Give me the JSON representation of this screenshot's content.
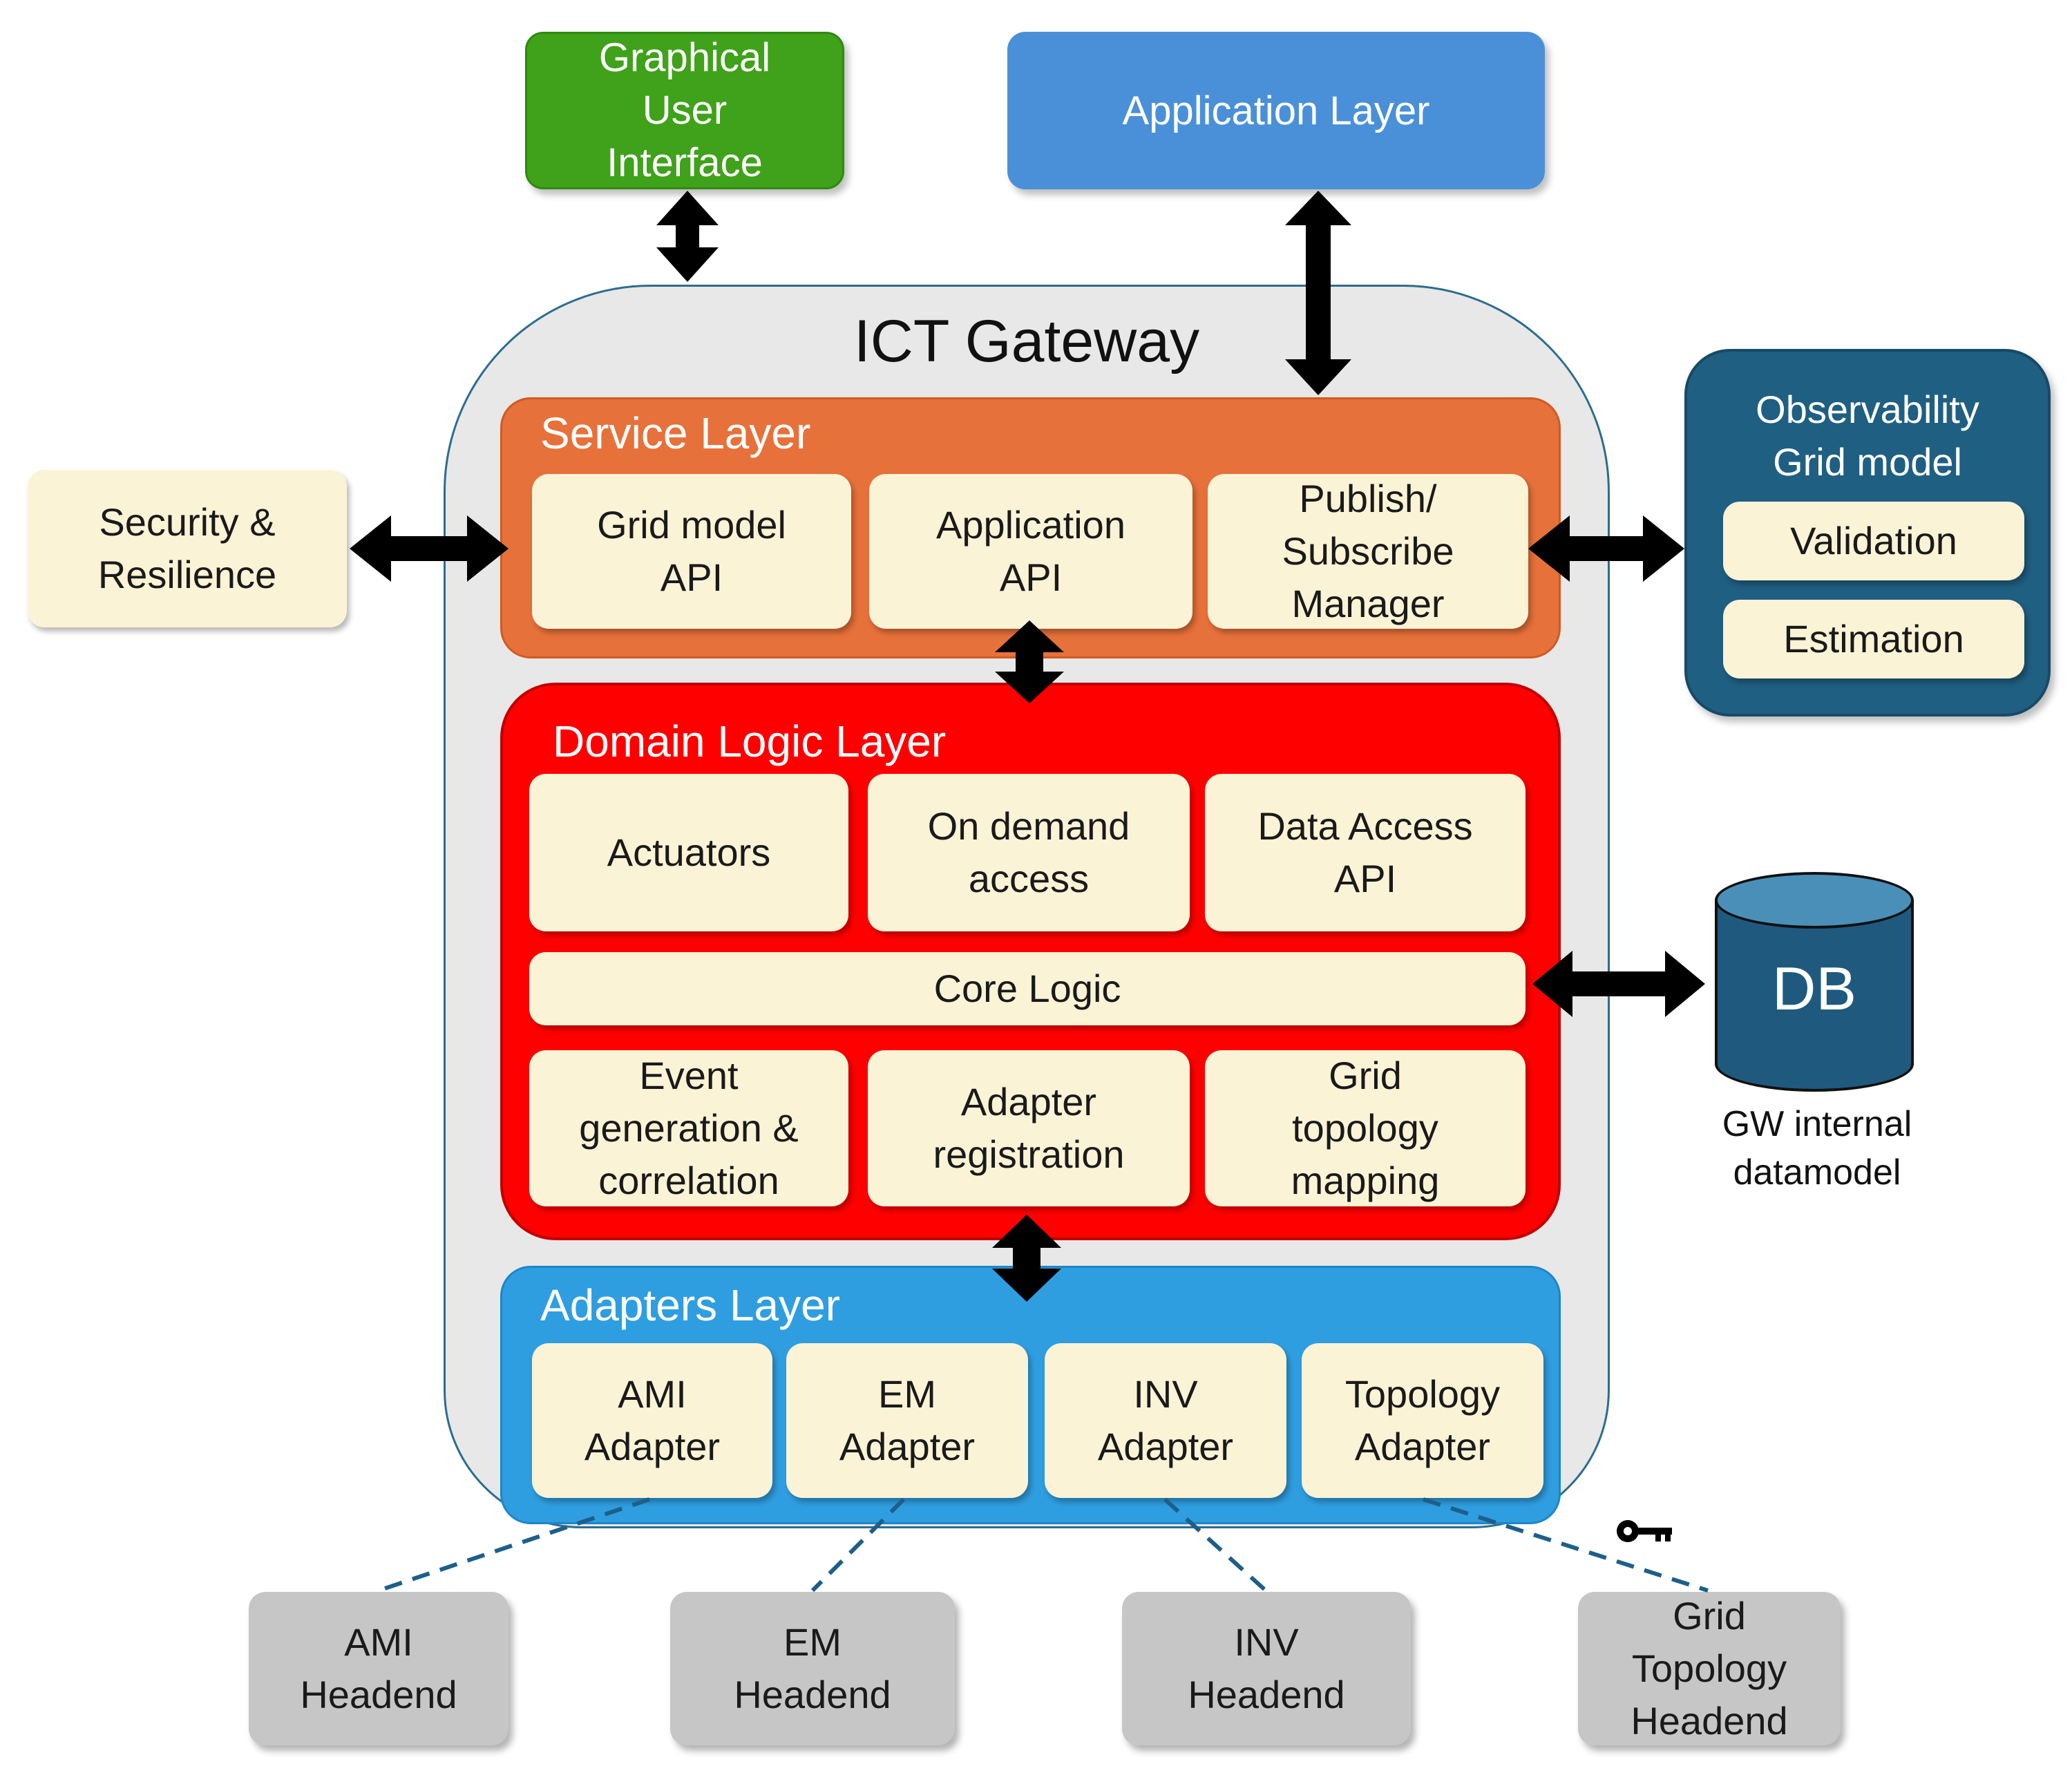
{
  "top": {
    "gui": "Graphical\nUser\nInterface",
    "application_layer": "Application Layer"
  },
  "gateway": {
    "title": "ICT Gateway",
    "service_layer": {
      "title": "Service Layer",
      "items": [
        "Grid model\nAPI",
        "Application\nAPI",
        "Publish/\nSubscribe\nManager"
      ]
    },
    "domain_logic_layer": {
      "title": "Domain Logic Layer",
      "top_items": [
        "Actuators",
        "On demand\naccess",
        "Data Access\nAPI"
      ],
      "core": "Core Logic",
      "bottom_items": [
        "Event\ngeneration &\ncorrelation",
        "Adapter\nregistration",
        "Grid\ntopology\nmapping"
      ]
    },
    "adapters_layer": {
      "title": "Adapters Layer",
      "items": [
        "AMI\nAdapter",
        "EM\nAdapter",
        "INV\nAdapter",
        "Topology\nAdapter"
      ]
    }
  },
  "security": "Security &\nResilience",
  "observability": {
    "title": "Observability\nGrid model",
    "items": [
      "Validation",
      "Estimation"
    ]
  },
  "db": {
    "label": "DB",
    "caption": "GW internal\ndatamodel"
  },
  "headends": [
    "AMI\nHeadend",
    "EM\nHeadend",
    "INV\nHeadend",
    "Grid\nTopology\nHeadend"
  ],
  "colors": {
    "gui": "#3fa21a",
    "application": "#4a90d9",
    "service": "#e7713a",
    "domain": "#ff0000",
    "adapters": "#2f9ee0",
    "observability": "#1f5f82",
    "cream": "#fbf3d6",
    "headend": "#c6c6c6"
  }
}
